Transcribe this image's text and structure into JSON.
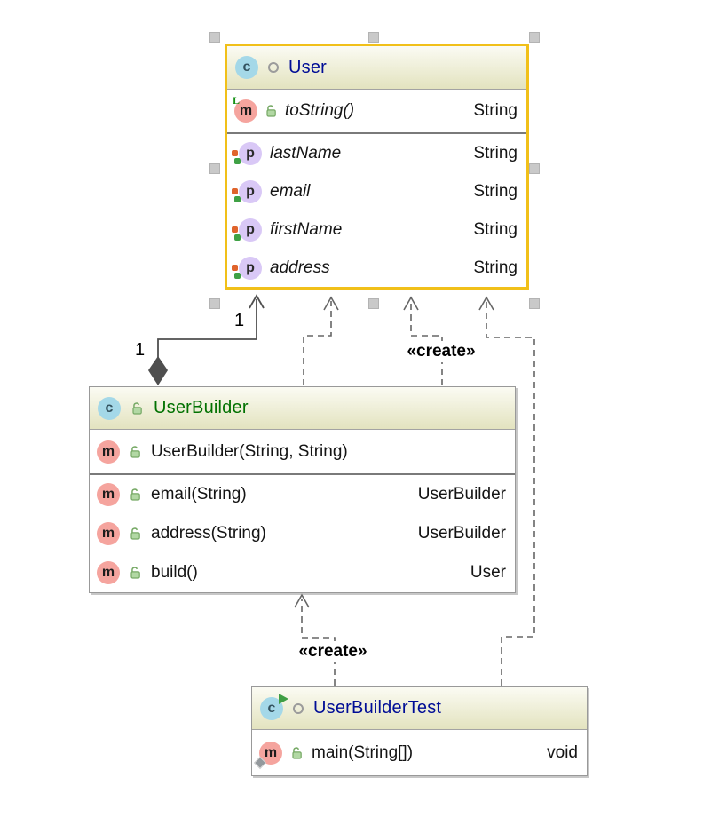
{
  "labels": {
    "source_multiplicity": "1",
    "target_multiplicity": "1",
    "create_top": "«create»",
    "create_bottom": "«create»"
  },
  "icons": {
    "class_letter": "c",
    "method_letter": "m",
    "property_letter": "p",
    "override_badge": "L",
    "class_icon": "class-icon",
    "runnable_class_icon": "runnable-class-icon",
    "method_icon": "method-icon",
    "property_icon": "property-icon",
    "public_lock_icon": "public-lock-icon",
    "package_visibility_icon": "package-visibility-icon",
    "entry_point_badge": "entry-point-diamond-badge"
  },
  "colors": {
    "selection_border": "#f1c019",
    "class_title_navy": "#000d96",
    "builder_title_green": "#017101",
    "edge_gray": "#565656",
    "header_gradient_bottom": "#e3e3bf"
  },
  "user": {
    "title": "User",
    "methods": [
      {
        "name": "toString()",
        "type": "String"
      }
    ],
    "properties": [
      {
        "name": "lastName",
        "type": "String"
      },
      {
        "name": "email",
        "type": "String"
      },
      {
        "name": "firstName",
        "type": "String"
      },
      {
        "name": "address",
        "type": "String"
      }
    ]
  },
  "userbuilder": {
    "title": "UserBuilder",
    "constructors": [
      {
        "name": "UserBuilder(String, String)"
      }
    ],
    "methods": [
      {
        "name": "email(String)",
        "type": "UserBuilder"
      },
      {
        "name": "address(String)",
        "type": "UserBuilder"
      },
      {
        "name": "build()",
        "type": "User"
      }
    ]
  },
  "userbuildertest": {
    "title": "UserBuilderTest",
    "methods": [
      {
        "name": "main(String[])",
        "type": "void"
      }
    ]
  }
}
